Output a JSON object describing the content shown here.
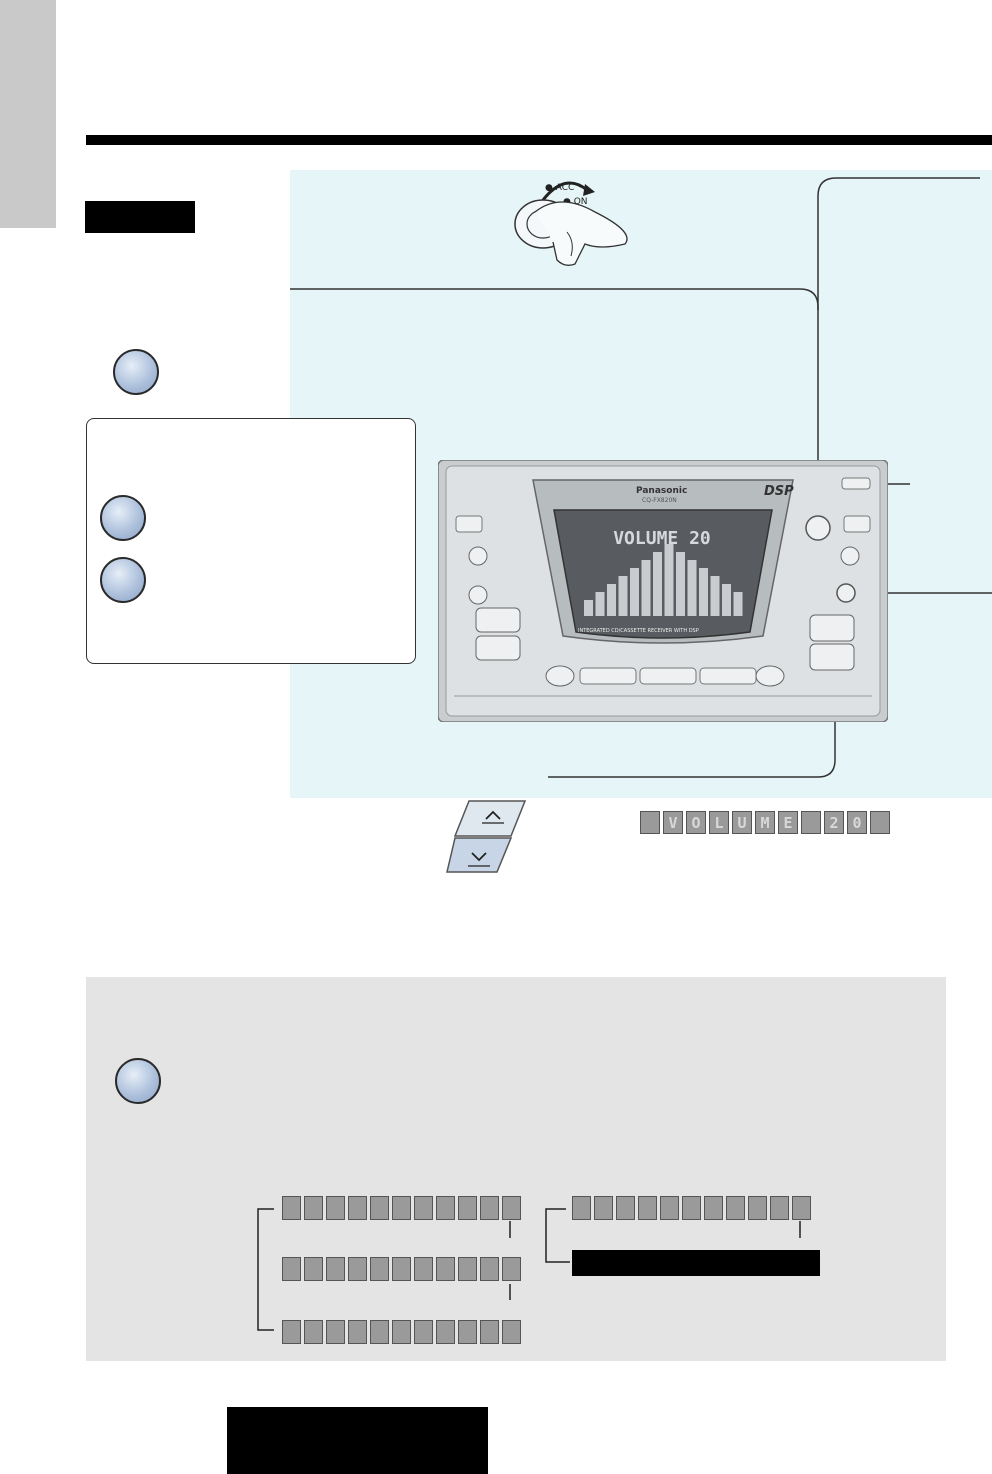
{
  "volume_display": {
    "text": "VOLUME 20",
    "cells": [
      "",
      "V",
      "O",
      "L",
      "U",
      "M",
      "E",
      "",
      "2",
      "0",
      ""
    ]
  },
  "unit": {
    "brand": "Panasonic",
    "model": "CQ-FX820N",
    "logo": "DSP",
    "lcd_text": "VOLUME 20",
    "footer": "INTEGRATED CD/CASSETTE RECEIVER WITH DSP",
    "eq_levels": [
      2,
      3,
      4,
      5,
      6,
      7,
      8,
      9,
      8,
      7,
      6,
      5,
      4,
      3
    ]
  },
  "volume_buttons": {
    "up_icon": "chevron-up-icon",
    "down_icon": "chevron-down-icon"
  },
  "sub_displays": {
    "left": [
      {
        "cells": [
          "",
          "",
          "",
          "",
          "",
          "",
          "",
          "",
          "",
          "",
          "",
          ""
        ]
      },
      {
        "cells": [
          "",
          "",
          "",
          "",
          "",
          "",
          "",
          "",
          "",
          "",
          "",
          ""
        ]
      },
      {
        "cells": [
          "",
          "",
          "",
          "",
          "",
          "",
          "",
          "",
          "",
          "",
          "",
          ""
        ]
      }
    ],
    "right": [
      {
        "cells": [
          "",
          "",
          "",
          "",
          "",
          "",
          "",
          "",
          "",
          "",
          "",
          ""
        ]
      }
    ]
  },
  "colors": {
    "panel_blue": "#e6f5f7",
    "note_gray": "#e4e4e4",
    "circle_blue": "#aec1dc",
    "rule": "#000000"
  }
}
